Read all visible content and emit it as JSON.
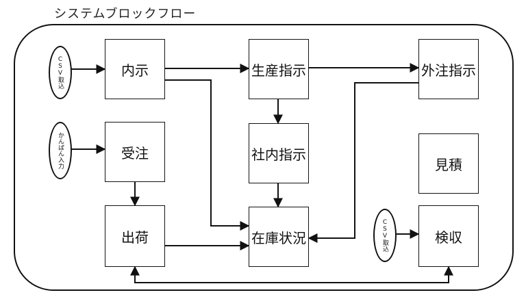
{
  "title": "システムブロックフロー",
  "nodes": {
    "naiji": "内示",
    "seisan_shiji": "生産指示",
    "gaichu_shiji": "外注指示",
    "juchu": "受注",
    "shanai_shiji": "社内指示",
    "mitsumori": "見積",
    "shukka": "出荷",
    "zaiko_jokyo": "在庫状況",
    "kenshu": "検収"
  },
  "inputs": {
    "csv_top": "CSV取込",
    "kanban": "かんばん入力",
    "csv_bottom": "CSV取込"
  }
}
